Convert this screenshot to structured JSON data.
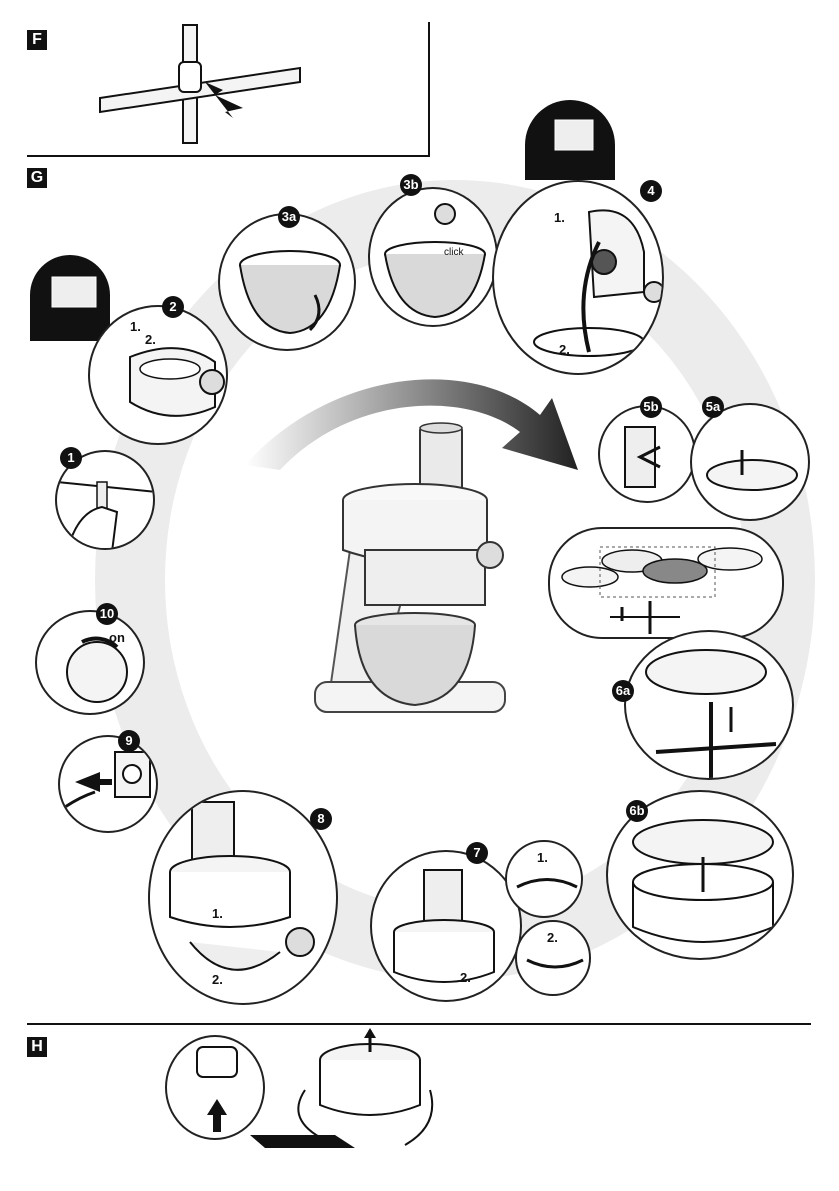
{
  "sections": {
    "f": "F",
    "g": "G",
    "h": "H"
  },
  "steps": {
    "s1": "1",
    "s2": "2",
    "s3a": "3a",
    "s3b": "3b",
    "s4": "4",
    "s5a": "5a",
    "s5b": "5b",
    "s6a": "6a",
    "s6b": "6b",
    "s7": "7",
    "s8": "8",
    "s9": "9",
    "s10": "10"
  },
  "annotations": {
    "order_1": "1.",
    "order_2": "2.",
    "click": "click",
    "on": "on"
  },
  "colors": {
    "ink": "#111111",
    "ring": "#ececec",
    "metal": "#d9d9d9",
    "plastic": "#f4f4f4"
  }
}
